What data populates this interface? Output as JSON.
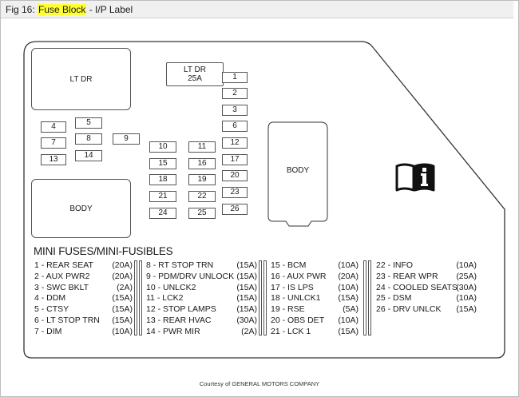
{
  "title": {
    "prefix": "Fig 16: ",
    "highlight": "Fuse Block",
    "suffix": " - I/P Label"
  },
  "boxes": {
    "lt_dr": "LT DR",
    "body_right": "BODY",
    "body_left": "BODY",
    "lt_dr_25_line1": "LT DR",
    "lt_dr_25_line2": "25A"
  },
  "fuses": {
    "f1": "1",
    "f2": "2",
    "f3": "3",
    "f4": "4",
    "f5": "5",
    "f6": "6",
    "f7": "7",
    "f8": "8",
    "f9": "9",
    "f10": "10",
    "f11": "11",
    "f12": "12",
    "f13": "13",
    "f14": "14",
    "f15": "15",
    "f16": "16",
    "f17": "17",
    "f18": "18",
    "f19": "19",
    "f20": "20",
    "f21": "21",
    "f22": "22",
    "f23": "23",
    "f24": "24",
    "f25": "25",
    "f26": "26"
  },
  "legend": {
    "title": "MINI FUSES/MINI-FUSIBLES",
    "col1": [
      {
        "name": "1 - REAR SEAT",
        "amp": "(20A)"
      },
      {
        "name": "2 - AUX PWR2",
        "amp": "(20A)"
      },
      {
        "name": "3 - SWC BKLT",
        "amp": "(2A)"
      },
      {
        "name": "4 - DDM",
        "amp": "(15A)"
      },
      {
        "name": "5 - CTSY",
        "amp": "(15A)"
      },
      {
        "name": "6 - LT STOP TRN",
        "amp": "(15A)"
      },
      {
        "name": "7 - DIM",
        "amp": "(10A)"
      }
    ],
    "col2": [
      {
        "name": "8 - RT STOP TRN",
        "amp": "(15A)"
      },
      {
        "name": "9 - PDM/DRV UNLOCK",
        "amp": "(15A)"
      },
      {
        "name": "10 - UNLCK2",
        "amp": "(15A)"
      },
      {
        "name": "11 - LCK2",
        "amp": "(15A)"
      },
      {
        "name": "12 - STOP LAMPS",
        "amp": "(15A)"
      },
      {
        "name": "13 - REAR HVAC",
        "amp": "(30A)"
      },
      {
        "name": "14 - PWR MIR",
        "amp": "(2A)"
      }
    ],
    "col3": [
      {
        "name": "15 - BCM",
        "amp": "(10A)"
      },
      {
        "name": "16 - AUX PWR",
        "amp": "(20A)"
      },
      {
        "name": "17 - IS LPS",
        "amp": "(10A)"
      },
      {
        "name": "18 - UNLCK1",
        "amp": "(15A)"
      },
      {
        "name": "19 - RSE",
        "amp": "(5A)"
      },
      {
        "name": "20 - OBS DET",
        "amp": "(10A)"
      },
      {
        "name": "21 - LCK 1",
        "amp": "(15A)"
      }
    ],
    "col4": [
      {
        "name": "22 - INFO",
        "amp": "(10A)"
      },
      {
        "name": "23 - REAR WPR",
        "amp": "(25A)"
      },
      {
        "name": "24 - COOLED SEATS",
        "amp": "(30A)"
      },
      {
        "name": "25 - DSM",
        "amp": "(10A)"
      },
      {
        "name": "26 - DRV UNLCK",
        "amp": "(15A)"
      }
    ]
  },
  "courtesy": "Courtesy of GENERAL MOTORS COMPANY",
  "icons": {
    "info": "book-info-icon"
  }
}
